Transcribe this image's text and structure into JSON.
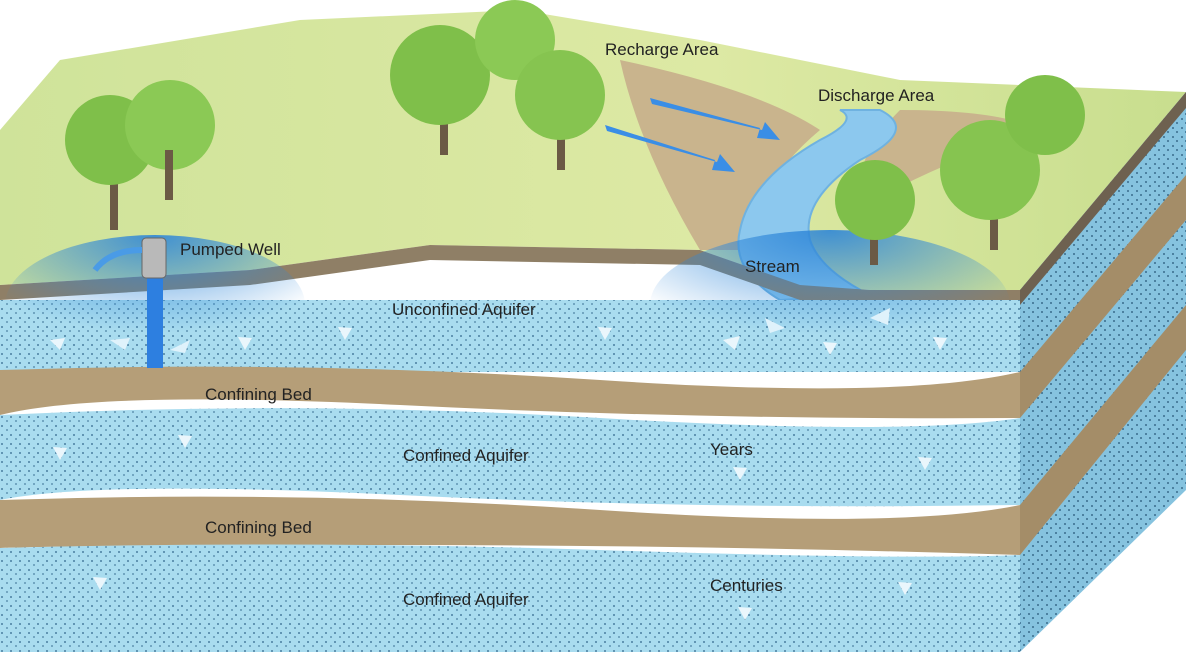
{
  "title": "Groundwater flow system diagram",
  "labels": {
    "recharge_area": "Recharge Area",
    "discharge_area": "Discharge Area",
    "pumped_well": "Pumped Well",
    "stream": "Stream",
    "unconfined_aquifer": "Unconfined Aquifer",
    "confining_bed_1": "Confining Bed",
    "confined_aquifer_1": "Confined Aquifer",
    "years": "Years",
    "confining_bed_2": "Confining Bed",
    "confined_aquifer_2": "Confined Aquifer",
    "centuries": "Centuries"
  },
  "colors": {
    "grass": "#d6e79a",
    "soil": "#b59e78",
    "aquifer": "#a9dcef",
    "aquifer_dark": "#3f9be0",
    "stream": "#8cc8ee",
    "arrow": "#2f7fe0",
    "tree": "#7fbf4a"
  }
}
